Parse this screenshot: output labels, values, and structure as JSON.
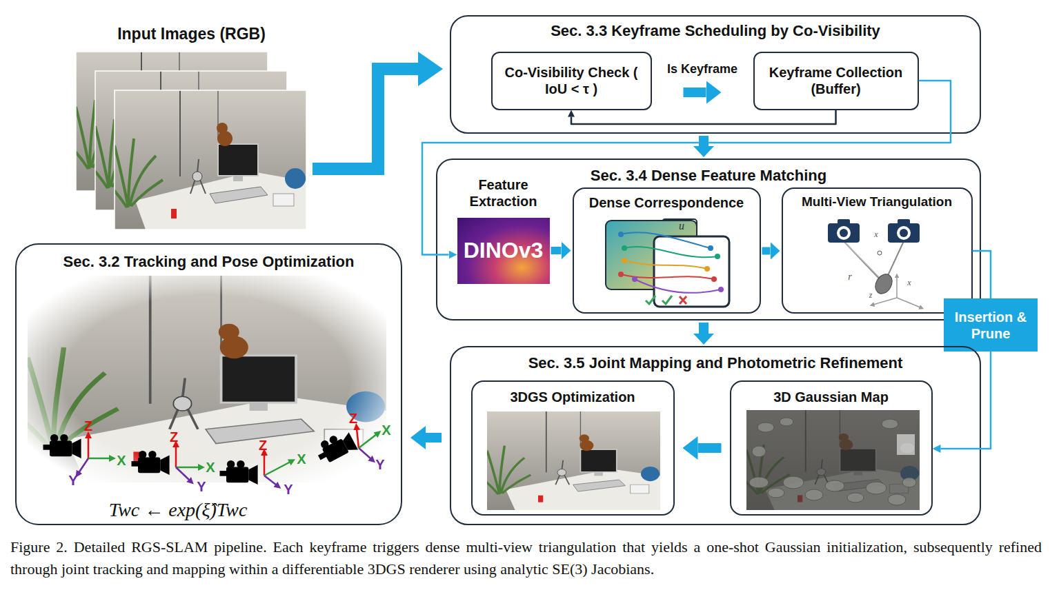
{
  "diagram": {
    "caption": "Figure 2. Detailed RGS-SLAM pipeline. Each keyframe triggers dense multi-view triangulation that yields a one-shot Gaussian initialization, subsequently refined through joint tracking and mapping within a differentiable 3DGS renderer using analytic SE(3) Jacobians.",
    "nodes": [
      {
        "text": [
          "Input Images (RGB)"
        ]
      },
      {
        "text": [
          "Sec. 3.3 Keyframe Scheduling by Co-Visibility"
        ]
      },
      {
        "text": [
          "Co-Visibility Check ( IoU < τ )"
        ],
        "in": 1
      },
      {
        "text": [
          "Keyframe Collection (Buffer)"
        ],
        "in": 1
      },
      {
        "text": [
          "Sec. 3.4 Dense Feature Matching"
        ]
      },
      {
        "text": [
          "Feature Extraction",
          "DINOv3"
        ],
        "in": 4
      },
      {
        "text": [
          "Dense Correspondence"
        ],
        "in": 4
      },
      {
        "text": [
          "Multi-View Triangulation"
        ],
        "in": 4
      },
      {
        "text": [
          "Insertion & Prune"
        ]
      },
      {
        "text": [
          "Sec. 3.5 Joint Mapping and Photometric Refinement"
        ]
      },
      {
        "text": [
          "3DGS Optimization"
        ],
        "in": 9
      },
      {
        "text": [
          "3D Gaussian Map"
        ],
        "in": 9
      },
      {
        "text": [
          "Sec. 3.2 Tracking and Pose Optimization"
        ]
      }
    ],
    "edges": [
      {
        "from": 0,
        "to": 1,
        "arrow": "to"
      },
      {
        "from": 2,
        "to": 3,
        "arrow": "to",
        "label": "Is Keyframe"
      },
      {
        "from": 3,
        "to": 2,
        "arrow": "to"
      },
      {
        "from": 3,
        "to": 5,
        "arrow": "to"
      },
      {
        "from": 1,
        "to": 4,
        "arrow": "to"
      },
      {
        "from": 4,
        "to": 9,
        "arrow": "to"
      },
      {
        "from": 5,
        "to": 6,
        "arrow": "to"
      },
      {
        "from": 6,
        "to": 7,
        "arrow": "to"
      },
      {
        "from": 7,
        "to": 8,
        "arrow": "none"
      },
      {
        "from": 8,
        "to": 11,
        "arrow": "to"
      },
      {
        "from": 11,
        "to": 10,
        "arrow": "to"
      },
      {
        "from": 9,
        "to": 12,
        "arrow": "to"
      }
    ],
    "labels": [
      "u",
      "x",
      "r",
      "x",
      "z",
      "Z",
      "X",
      "Y",
      "Z",
      "X",
      "Y",
      "Z",
      "X",
      "Y",
      "Z",
      "X",
      "Y",
      "Twc ← exp(ξ̂)Twc"
    ]
  }
}
